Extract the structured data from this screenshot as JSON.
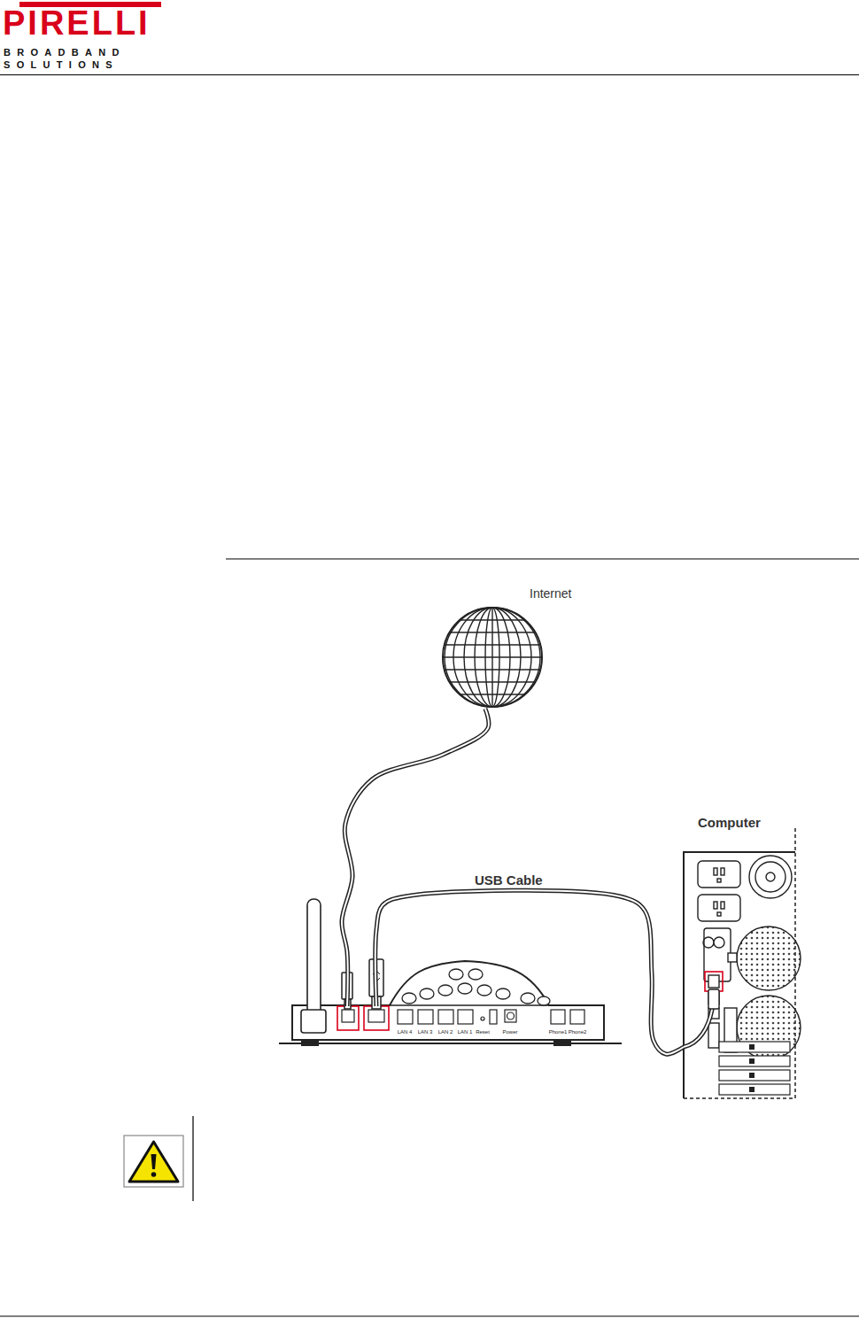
{
  "diagram": {
    "nodes": [
      {
        "text": [
          "Internet"
        ]
      },
      {
        "text": [
          "LAN 4",
          "LAN 3",
          "LAN 2",
          "LAN 1",
          "Reset",
          "Power",
          "Phone1",
          "Phone2"
        ]
      },
      {
        "text": [
          "Computer"
        ]
      }
    ],
    "edges": [
      {
        "from": 0,
        "to": 1,
        "arrow": "none"
      },
      {
        "from": 1,
        "to": 2,
        "label": "USB Cable",
        "arrow": "none"
      }
    ],
    "labels": [
      "PIRELLI",
      "BROADBAND",
      "SOLUTIONS"
    ]
  }
}
